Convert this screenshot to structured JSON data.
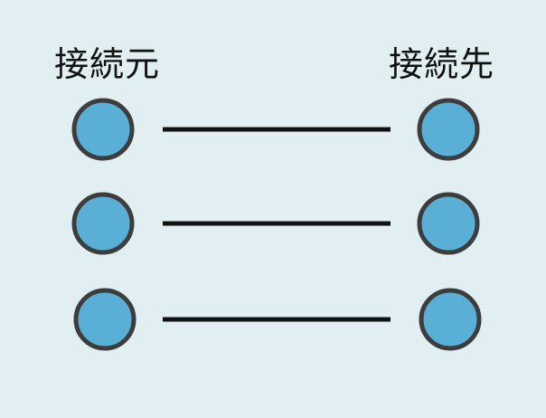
{
  "labels": {
    "source": "接続元",
    "target": "接続先"
  },
  "connections": [
    {
      "from": 1,
      "to": 1
    },
    {
      "from": 2,
      "to": 2
    },
    {
      "from": 3,
      "to": 3
    }
  ],
  "colors": {
    "background": "#e1eff2",
    "node_fill": "#5aafd6",
    "node_stroke": "#3d3d3d",
    "line": "#111111",
    "text": "#111111"
  }
}
